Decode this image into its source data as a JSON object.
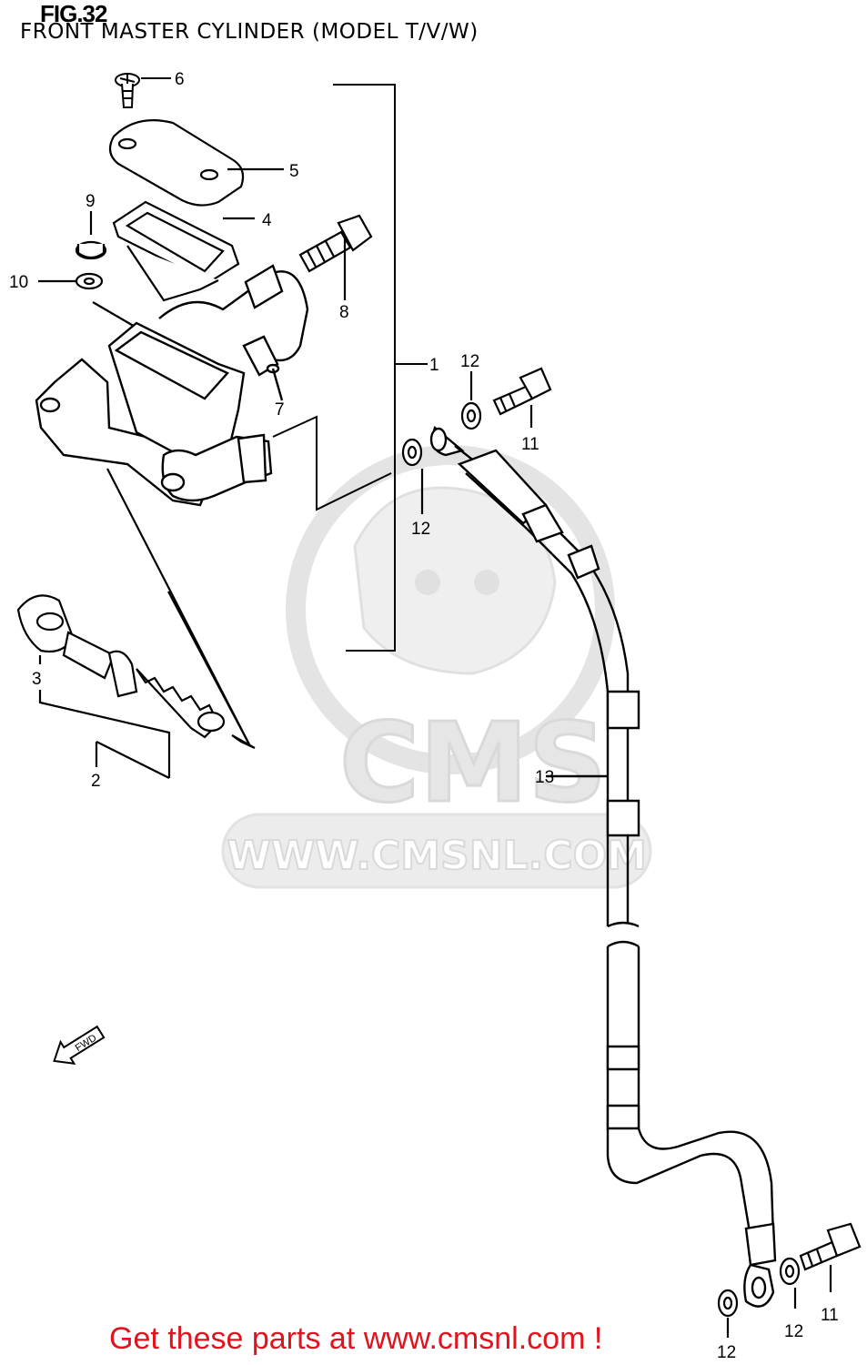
{
  "figure": {
    "number": "FIG.32",
    "title": "FRONT MASTER CYLINDER (MODEL T/V/W)"
  },
  "watermark": {
    "logo_text": "CMS",
    "url_text": "WWW.CMSNL.COM",
    "color": "#e6e6e6"
  },
  "direction_arrow": {
    "label": "FWD"
  },
  "callouts": {
    "c1": "1",
    "c2": "2",
    "c3": "3",
    "c4": "4",
    "c5": "5",
    "c6": "6",
    "c7": "7",
    "c8": "8",
    "c9": "9",
    "c10": "10",
    "c11a": "11",
    "c11b": "11",
    "c12a": "12",
    "c12b": "12",
    "c12c": "12",
    "c12d": "12",
    "c13": "13"
  },
  "footer": {
    "text": "Get these parts at www.cmsnl.com !",
    "color": "#e0141e"
  }
}
